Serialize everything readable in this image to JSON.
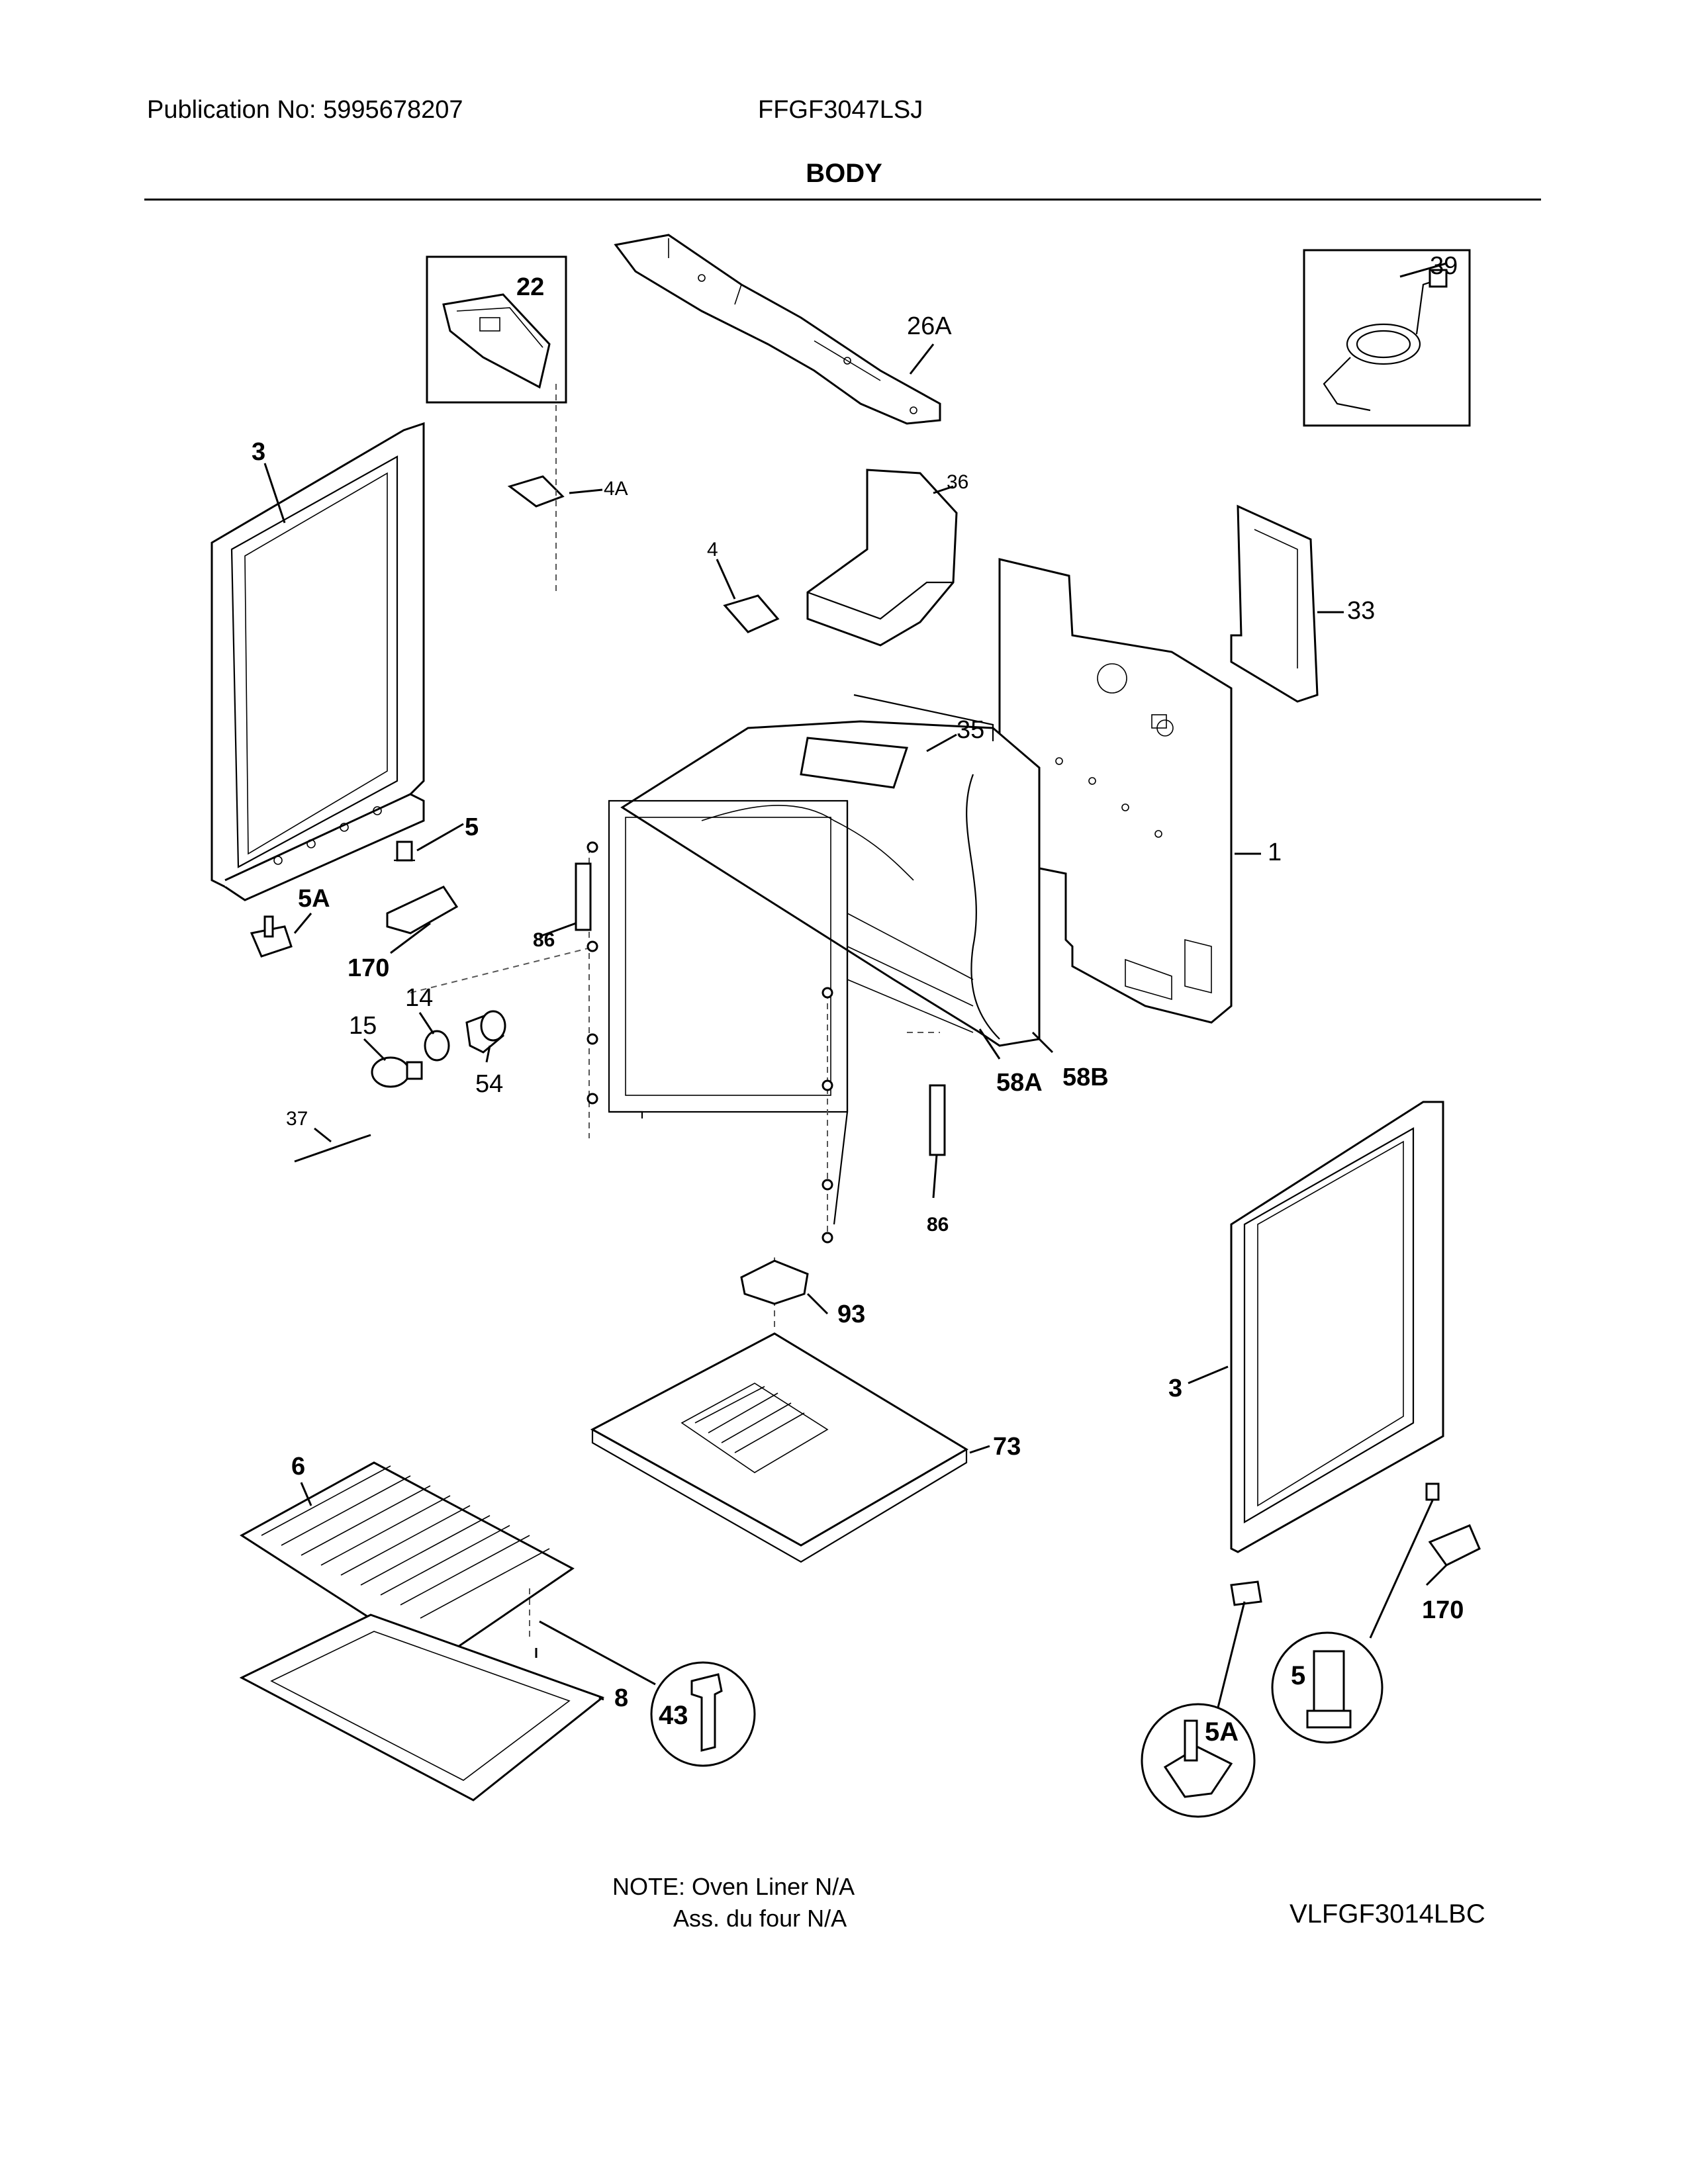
{
  "header": {
    "publication": "Publication No: 5995678207",
    "model": "FFGF3047LSJ"
  },
  "title": "BODY",
  "callouts": {
    "c22": "22",
    "c26A": "26A",
    "c39": "39",
    "c3_left": "3",
    "c4A": "4A",
    "c36": "36",
    "c4": "4",
    "c33": "33",
    "c35": "35",
    "c5_left": "5",
    "c1": "1",
    "c5A_left": "5A",
    "c86_left": "86",
    "c170_left": "170",
    "c14": "14",
    "c15": "15",
    "c54": "54",
    "c58A": "58A",
    "c58B": "58B",
    "c37": "37",
    "c86_right": "86",
    "c93": "93",
    "c3_right": "3",
    "c73": "73",
    "c6": "6",
    "c170_right": "170",
    "c5_detail": "5",
    "c8": "8",
    "c43": "43",
    "c5A_detail": "5A"
  },
  "notes": {
    "line1": "NOTE: Oven Liner N/A",
    "line2": "Ass. du four N/A"
  },
  "drawing_id": "VLFGF3014LBC"
}
